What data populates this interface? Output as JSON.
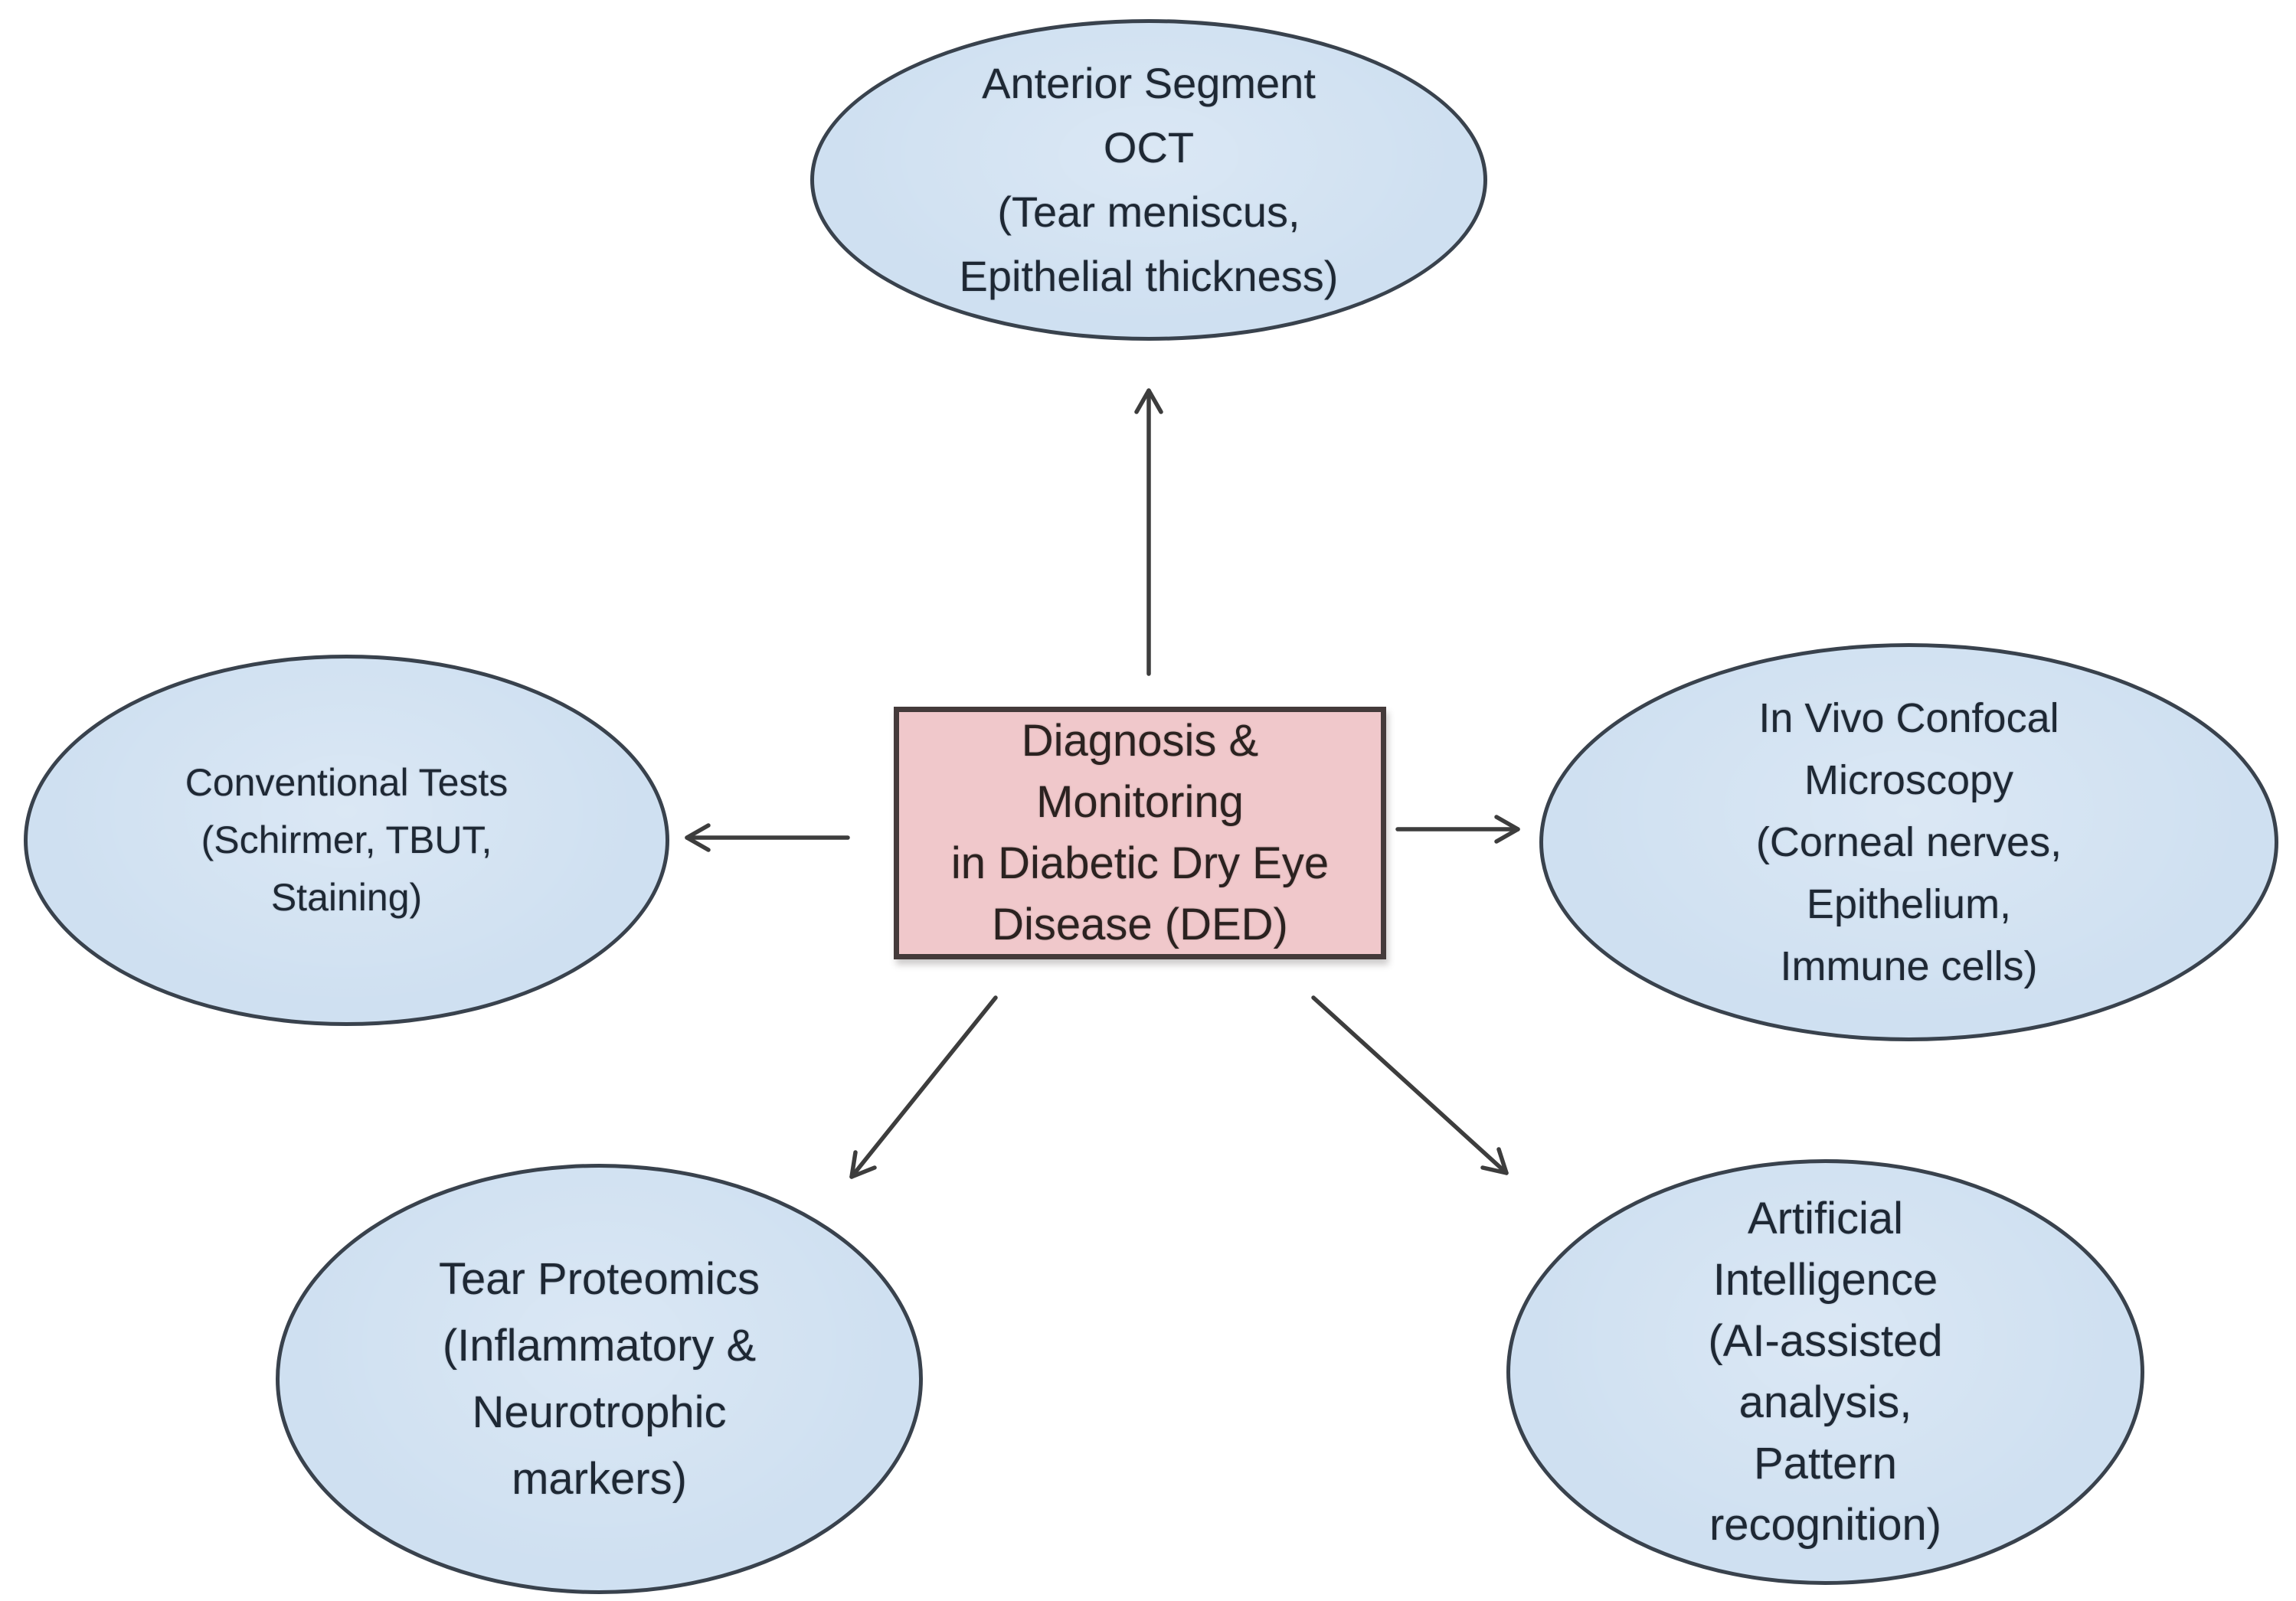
{
  "figure": {
    "colors": {
      "background": "#ffffff",
      "ellipse_fill": "#cfe0f1",
      "ellipse_border": "#39424d",
      "ellipse_text": "#1e2834",
      "box_fill": "#f0c8cb",
      "box_border": "#443a3a",
      "box_text": "#2b2220",
      "arrow": "#3d3d3d"
    },
    "center_box": {
      "label": "Diagnosis & Monitoring in Diabetic Dry Eye Disease (DED)",
      "lines": [
        "Diagnosis &",
        "Monitoring",
        "in Diabetic Dry Eye",
        "Disease (DED)"
      ]
    },
    "nodes": {
      "top": {
        "label": "Anterior Segment OCT (Tear meniscus, Epithelial thickness)",
        "lines": [
          "Anterior Segment",
          "OCT",
          "(Tear meniscus,",
          "Epithelial thickness)"
        ]
      },
      "left": {
        "label": "Conventional Tests (Schirmer, TBUT, Staining)",
        "lines": [
          "Conventional Tests",
          "(Schirmer, TBUT,",
          "Staining)"
        ]
      },
      "right": {
        "label": "In Vivo Confocal Microscopy (Corneal nerves, Epithelium, Immune cells)",
        "lines": [
          "In Vivo Confocal",
          "Microscopy",
          "(Corneal nerves,",
          "Epithelium,",
          "Immune cells)"
        ]
      },
      "bottom_left": {
        "label": "Tear Proteomics (Inflammatory & Neurotrophic markers)",
        "lines": [
          "Tear Proteomics",
          "(Inflammatory &",
          "Neurotrophic",
          "markers)"
        ]
      },
      "bottom_right": {
        "label": "Artificial Intelligence (AI-assisted analysis, Pattern recognition)",
        "lines": [
          "Artificial",
          "Intelligence",
          "(AI-assisted",
          "analysis,",
          "Pattern",
          "recognition)"
        ]
      }
    }
  }
}
